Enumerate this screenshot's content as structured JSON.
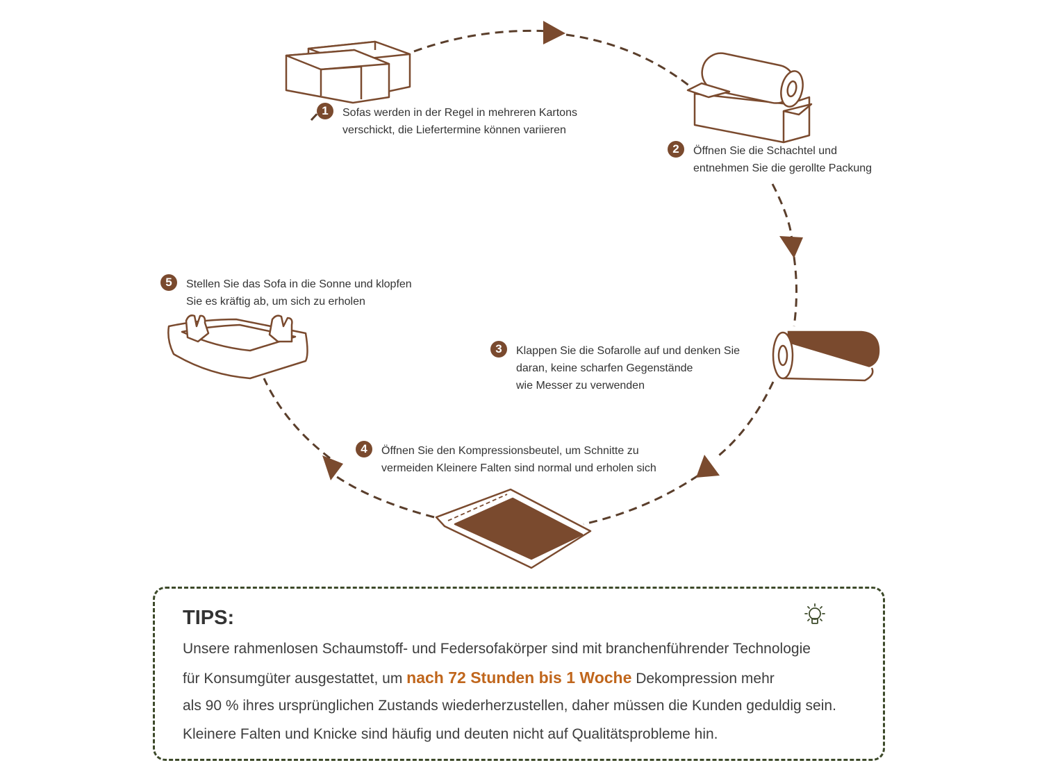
{
  "steps": [
    {
      "number": "1",
      "lines": [
        "Sofas werden in der Regel in mehreren Kartons",
        "verschickt, die Liefertermine können variieren"
      ]
    },
    {
      "number": "2",
      "lines": [
        "Öffnen Sie die Schachtel und",
        "entnehmen Sie die gerollte Packung"
      ]
    },
    {
      "number": "3",
      "lines": [
        "Klappen Sie die Sofarolle auf und denken Sie",
        "daran, keine scharfen Gegenstände",
        "wie Messer zu verwenden"
      ]
    },
    {
      "number": "4",
      "lines": [
        "Öffnen Sie den Kompressionsbeutel, um Schnitte zu",
        "vermeiden Kleinere Falten sind normal und erholen sich"
      ]
    },
    {
      "number": "5",
      "lines": [
        "Stellen Sie das Sofa in die Sonne und klopfen",
        "Sie es kräftig ab, um sich zu erholen"
      ]
    }
  ],
  "tips": {
    "title": "TIPS:",
    "line1": "Unsere rahmenlosen Schaumstoff- und Federsofakörper sind mit branchenführender Technologie",
    "line2_before": "für Konsumgüter ausgestattet, um ",
    "line2_highlight": "nach 72 Stunden bis 1 Woche",
    "line2_after": " Dekompression mehr",
    "line3": "als 90 % ihres ursprünglichen Zustands wiederherzustellen, daher müssen die Kunden geduldig sein.",
    "line4": "Kleinere Falten und Knicke sind häufig und deuten nicht auf Qualitätsprobleme hin."
  },
  "colors": {
    "brown": "#7a4a2e",
    "dash": "#5a3e2b",
    "highlight": "#c0661c",
    "tips_border": "#3d4a2a"
  },
  "icons": [
    "stacked-boxes-icon",
    "box-with-roll-icon",
    "sofa-roll-icon",
    "compressed-cushion-icon",
    "sofa-with-hands-icon",
    "lightbulb-icon"
  ]
}
